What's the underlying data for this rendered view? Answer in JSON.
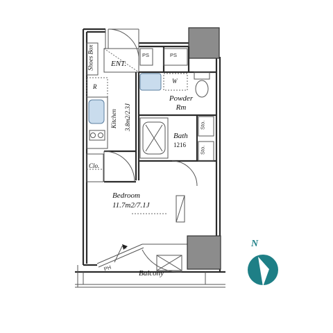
{
  "rooms": {
    "entrance": "ENT.",
    "shoes_box": "Shoes Box",
    "refrigerator": "R",
    "kitchen": "Kitchen",
    "kitchen_area": "3.8m2/2.3J",
    "closet": "Clo.",
    "washer": "W",
    "pipe_space_1": "PS",
    "pipe_space_2": "PS",
    "powder_room": "Powder",
    "powder_room_2": "Rm",
    "bath": "Bath",
    "bath_size": "1216",
    "storage_1": "Sto.",
    "storage_2": "Sto.",
    "bedroom": "Bedroom",
    "bedroom_area": "11.7m2/7.1J",
    "balcony": "Balcony",
    "balcony_mark": "PH"
  },
  "compass": {
    "label": "N",
    "color": "#1e7f86"
  },
  "colors": {
    "wall": "#2b2b2b",
    "fixture_blue": "#c9dced",
    "shaft_gray": "#8c8c8c"
  }
}
